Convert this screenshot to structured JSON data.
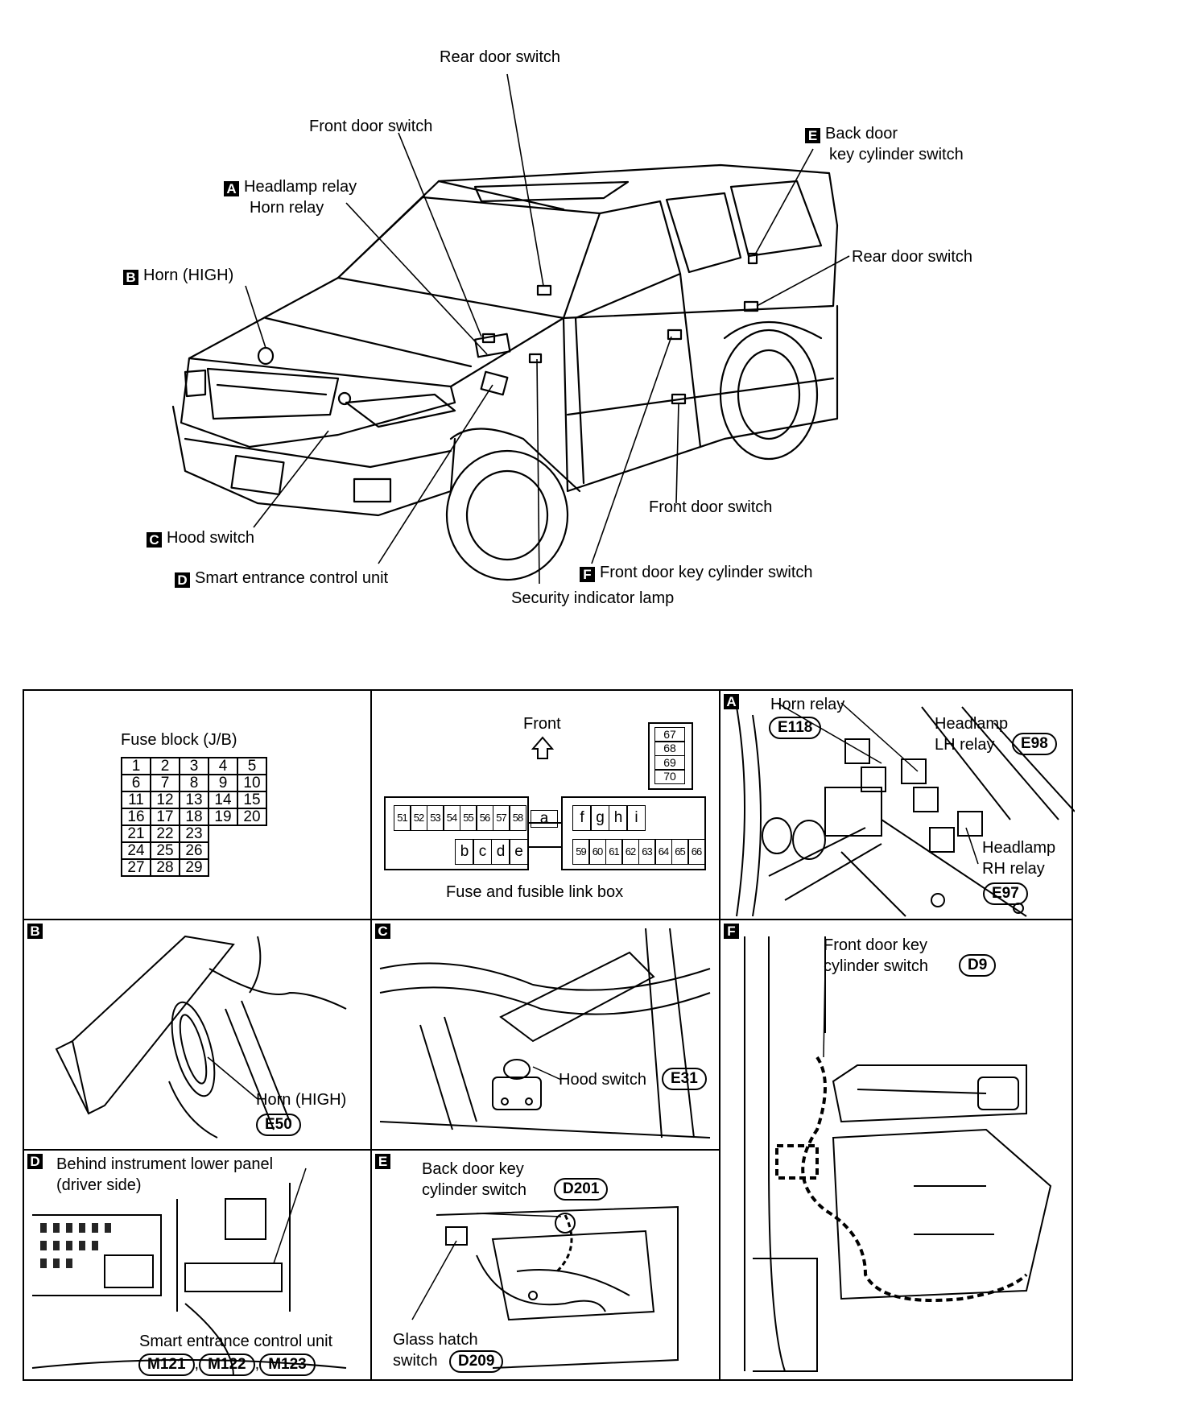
{
  "overview": {
    "rear_door_switch_top": "Rear door switch",
    "front_door_switch_top": "Front door switch",
    "headlamp_relay": "Headlamp relay",
    "horn_relay": "Horn relay",
    "horn_high": "Horn (HIGH)",
    "back_door_key": "Back door",
    "back_door_key_2": "key cylinder switch",
    "rear_door_switch_right": "Rear door switch",
    "front_door_switch_bottom": "Front door switch",
    "hood_switch": "Hood switch",
    "smart_entrance": "Smart entrance control unit",
    "front_door_key": "Front door key cylinder switch",
    "security_lamp": "Security indicator lamp",
    "letters": {
      "A": "A",
      "B": "B",
      "C": "C",
      "D": "D",
      "E": "E",
      "F": "F"
    }
  },
  "fuse_block": {
    "title": "Fuse block (J/B)",
    "rows": [
      [
        "1",
        "2",
        "3",
        "4",
        "5"
      ],
      [
        "6",
        "7",
        "8",
        "9",
        "10"
      ],
      [
        "11",
        "12",
        "13",
        "14",
        "15"
      ],
      [
        "16",
        "17",
        "18",
        "19",
        "20"
      ],
      [
        "21",
        "22",
        "23"
      ],
      [
        "24",
        "25",
        "26"
      ],
      [
        "27",
        "28",
        "29"
      ]
    ]
  },
  "fusible_link_box": {
    "front": "Front",
    "caption": "Fuse and fusible link box",
    "top_right": [
      "67",
      "68",
      "69",
      "70"
    ],
    "left_top": [
      "51",
      "52",
      "53",
      "54",
      "55",
      "56",
      "57",
      "58"
    ],
    "a": "a",
    "left_bottom": [
      "b",
      "c",
      "d",
      "e"
    ],
    "right_top": [
      "f",
      "g",
      "h",
      "i"
    ],
    "right_bottom": [
      "59",
      "60",
      "61",
      "62",
      "63",
      "64",
      "65",
      "66"
    ]
  },
  "panel_a": {
    "horn_relay": "Horn relay",
    "e118": "E118",
    "headlamp_lh": "Headlamp",
    "headlamp_lh_2": "LH relay",
    "e98": "E98",
    "headlamp_rh": "Headlamp",
    "headlamp_rh_2": "RH relay",
    "e97": "E97"
  },
  "panel_b": {
    "horn_high": "Horn (HIGH)",
    "e50": "E50"
  },
  "panel_c": {
    "hood_switch": "Hood switch",
    "e31": "E31"
  },
  "panel_d": {
    "behind": "Behind instrument lower panel",
    "driver_side": "(driver side)",
    "smart_entrance": "Smart entrance control unit",
    "m121": "M121",
    "m122": "M122",
    "m123": "M123"
  },
  "panel_e": {
    "back_door_key": "Back door key",
    "cylinder_switch": "cylinder switch",
    "d201": "D201",
    "glass_hatch": "Glass hatch",
    "switch": "switch",
    "d209": "D209"
  },
  "panel_f": {
    "front_door_key": "Front door key",
    "cylinder_switch": "cylinder switch",
    "d9": "D9"
  }
}
